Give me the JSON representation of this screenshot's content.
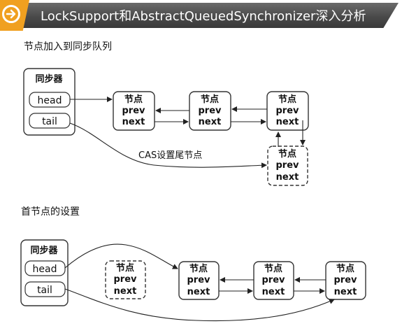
{
  "header": {
    "title": "LockSupport和AbstractQueuedSynchronizer深入分析",
    "icon": "arrow-right-icon",
    "accent_color": "#f0a020"
  },
  "section1": {
    "title": "节点加入到同步队列",
    "sync": {
      "title": "同步器",
      "head": "head",
      "tail": "tail"
    },
    "nodes": [
      {
        "title": "节点",
        "prev": "prev",
        "next": "next"
      },
      {
        "title": "节点",
        "prev": "prev",
        "next": "next"
      },
      {
        "title": "节点",
        "prev": "prev",
        "next": "next"
      }
    ],
    "new_node": {
      "title": "节点",
      "prev": "prev",
      "next": "next"
    },
    "cas_label": "CAS设置尾节点"
  },
  "section2": {
    "title": "首节点的设置",
    "sync": {
      "title": "同步器",
      "head": "head",
      "tail": "tail"
    },
    "old_head": {
      "title": "节点",
      "prev": "prev",
      "next": "next"
    },
    "nodes": [
      {
        "title": "节点",
        "prev": "prev",
        "next": "next"
      },
      {
        "title": "节点",
        "prev": "prev",
        "next": "next"
      },
      {
        "title": "节点",
        "prev": "prev",
        "next": "next"
      }
    ]
  }
}
